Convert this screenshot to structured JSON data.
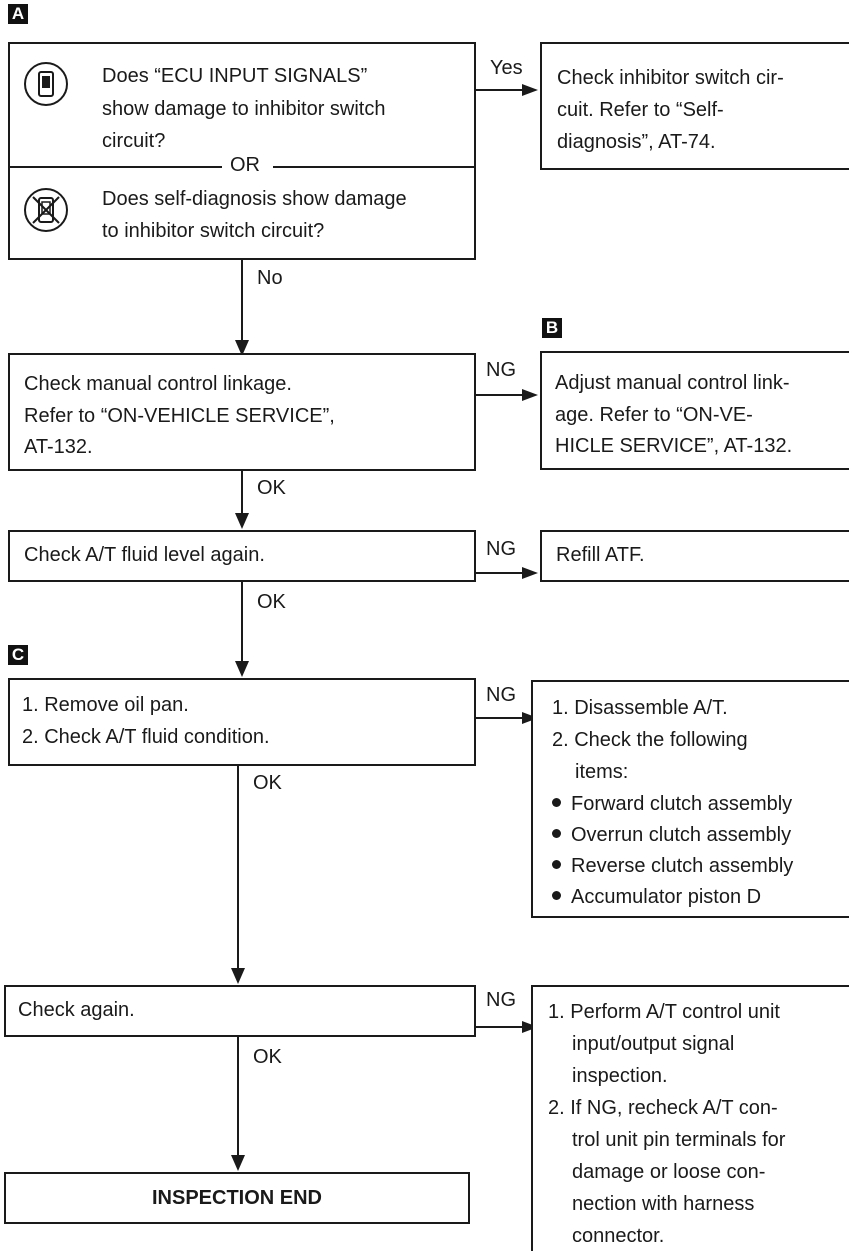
{
  "sections": {
    "a": "A",
    "b": "B",
    "c": "C"
  },
  "box1": {
    "q1": [
      "Does “ECU INPUT SIGNALS”",
      "show damage to inhibitor switch",
      "circuit?"
    ],
    "or": "OR",
    "q2": [
      "Does self-diagnosis show damage",
      "to inhibitor switch circuit?"
    ]
  },
  "yes_label": "Yes",
  "yes_box": [
    "Check inhibitor switch cir-",
    "cuit. Refer to “Self-",
    "diagnosis”, AT-74."
  ],
  "no_label": "No",
  "box2": [
    "Check manual control linkage.",
    "Refer to “ON-VEHICLE SERVICE”,",
    "AT-132."
  ],
  "box2_ng_label": "NG",
  "box2_ng": [
    "Adjust manual control link-",
    "age. Refer to “ON-VE-",
    "HICLE SERVICE”, AT-132."
  ],
  "ok1": "OK",
  "box3": "Check A/T fluid level again.",
  "box3_ng_label": "NG",
  "box3_ng": "Refill ATF.",
  "ok2": "OK",
  "box4": [
    "1. Remove oil pan.",
    "2. Check A/T fluid condition."
  ],
  "box4_ng_label": "NG",
  "box4_ng": {
    "steps": [
      "1. Disassemble A/T.",
      "2. Check the following",
      "items:"
    ],
    "bullets": [
      "Forward clutch assembly",
      "Overrun clutch assembly",
      "Reverse clutch assembly",
      "Accumulator piston D"
    ]
  },
  "ok3": "OK",
  "box5": "Check again.",
  "box5_ng_label": "NG",
  "box5_ng": [
    "1. Perform A/T control unit",
    "input/output signal",
    "inspection.",
    "2. If NG, recheck A/T con-",
    "trol unit pin terminals for",
    "damage or loose con-",
    "nection with harness",
    "connector."
  ],
  "ok4": "OK",
  "end": "INSPECTION END"
}
